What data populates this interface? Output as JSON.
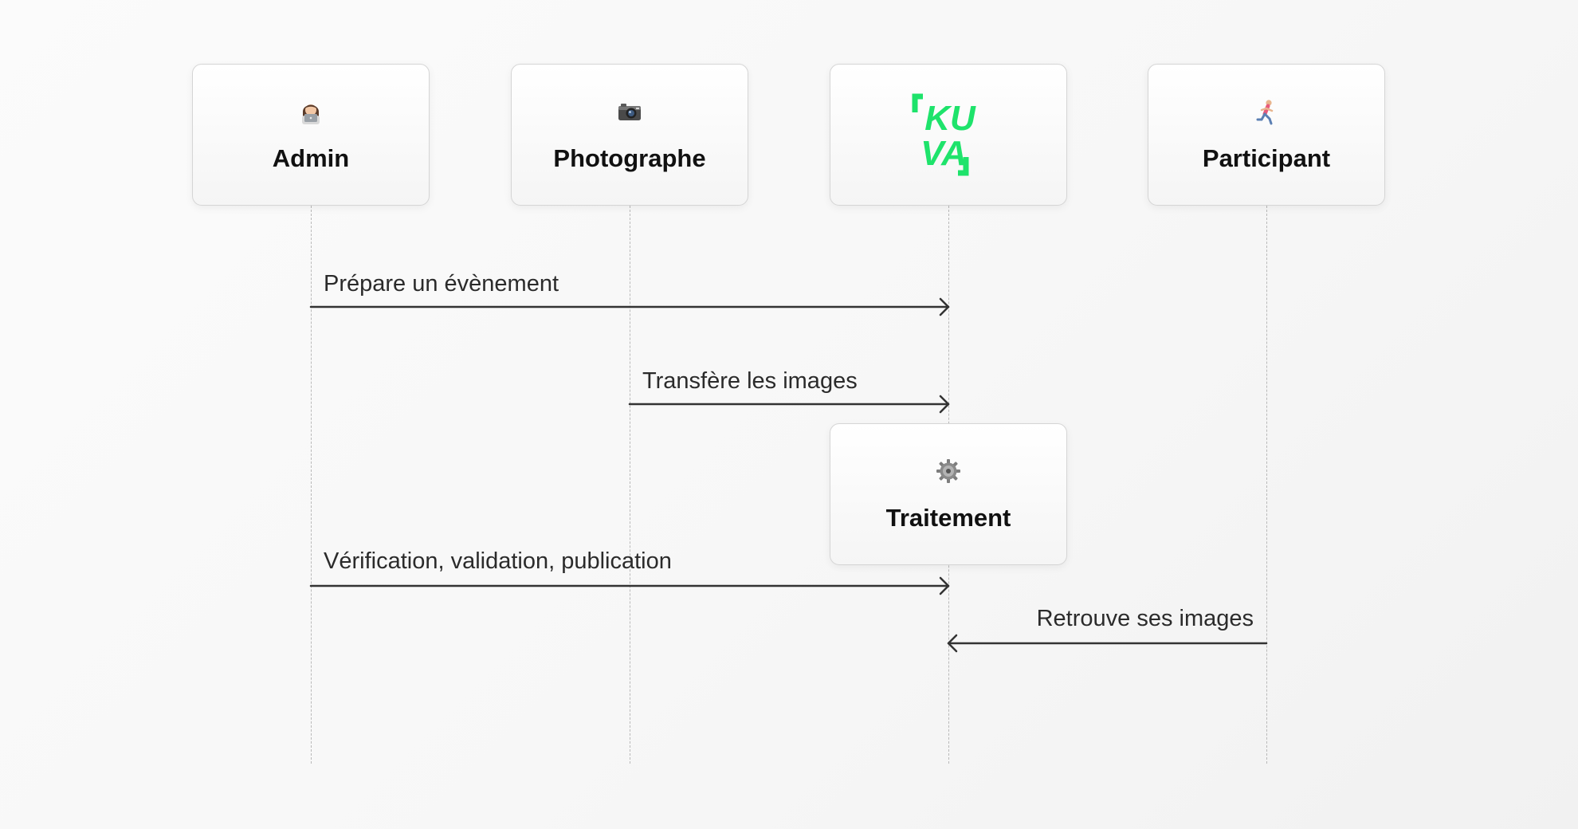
{
  "actors": [
    {
      "name": "Admin",
      "icon": "woman-technologist-icon"
    },
    {
      "name": "Photographe",
      "icon": "camera-icon"
    },
    {
      "name": "",
      "icon": "kuva-logo",
      "logo_text": "KUVA"
    },
    {
      "name": "Participant",
      "icon": "person-running-icon"
    }
  ],
  "activation": {
    "name": "Traitement",
    "icon": "gear-icon"
  },
  "messages": [
    {
      "label": "Prépare un évènement",
      "from": "Admin",
      "to": "KUVA"
    },
    {
      "label": "Transfère les images",
      "from": "Photographe",
      "to": "KUVA"
    },
    {
      "label": "Vérification, validation, publication",
      "from": "Admin",
      "to": "KUVA"
    },
    {
      "label": "Retrouve ses images",
      "from": "Participant",
      "to": "KUVA"
    }
  ],
  "colors": {
    "logo_green": "#1ee36b",
    "arrow": "#333333",
    "lifeline": "#b9b9b9"
  }
}
